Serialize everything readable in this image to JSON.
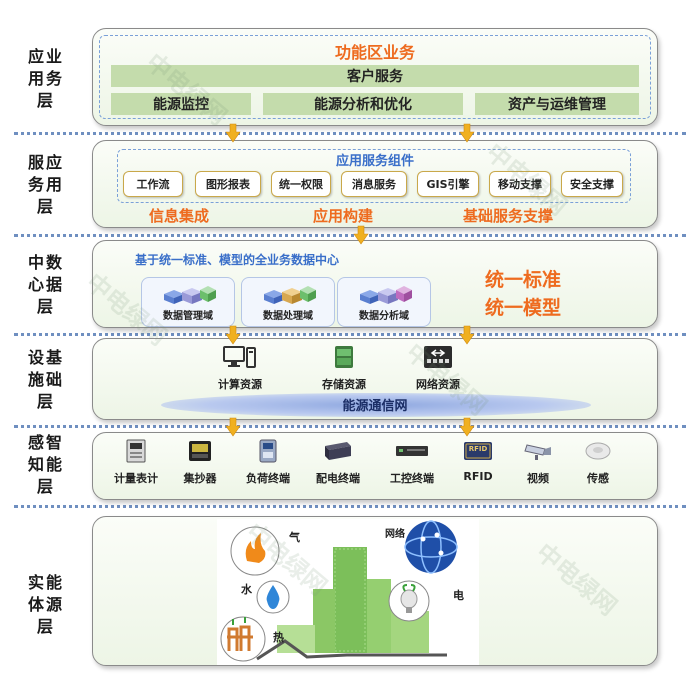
{
  "layers": [
    {
      "key": "app",
      "label_chars": [
        "应业",
        "用务",
        "层"
      ]
    },
    {
      "key": "service",
      "label_chars": [
        "服应",
        "务用",
        "层"
      ]
    },
    {
      "key": "data",
      "label_chars": [
        "中数",
        "心据",
        "层"
      ]
    },
    {
      "key": "infra",
      "label_chars": [
        "设基",
        "施础",
        "层"
      ]
    },
    {
      "key": "sense",
      "label_chars": [
        "感智",
        "知能",
        "层"
      ]
    },
    {
      "key": "entity",
      "label_chars": [
        "实能",
        "体源",
        "层"
      ]
    }
  ],
  "app_layer": {
    "title": "功能区业务",
    "customer": "客户服务",
    "items": [
      "能源监控",
      "能源分析和优化",
      "资产与运维管理"
    ]
  },
  "service_layer": {
    "title": "应用服务组件",
    "chips": [
      "工作流",
      "图形报表",
      "统一权限",
      "消息服务",
      "GIS引擎",
      "移动支撑",
      "安全支撑"
    ],
    "bottom": [
      "信息集成",
      "应用构建",
      "基础服务支撑"
    ]
  },
  "data_layer": {
    "title": "基于统一标准、模型的全业务数据中心",
    "domains": [
      "数据管理域",
      "数据处理域",
      "数据分析域"
    ],
    "side": [
      "统一标准",
      "统一模型"
    ]
  },
  "infra_layer": {
    "resources": [
      {
        "label": "计算资源",
        "icon": "computer-icon"
      },
      {
        "label": "存储资源",
        "icon": "storage-icon"
      },
      {
        "label": "网络资源",
        "icon": "network-switch-icon"
      }
    ],
    "network": "能源通信网"
  },
  "sense_layer": {
    "devices": [
      {
        "label": "计量表计",
        "icon": "meter-icon"
      },
      {
        "label": "集抄器",
        "icon": "collector-icon"
      },
      {
        "label": "负荷终端",
        "icon": "load-terminal-icon"
      },
      {
        "label": "配电终端",
        "icon": "distribution-terminal-icon"
      },
      {
        "label": "工控终端",
        "icon": "industrial-terminal-icon"
      },
      {
        "label": "RFID",
        "icon": "rfid-icon"
      },
      {
        "label": "视频",
        "icon": "camera-icon"
      },
      {
        "label": "传感",
        "icon": "sensor-icon"
      }
    ],
    "rfid_tag": "RFID"
  },
  "entity_layer": {
    "labels": {
      "gas": "气",
      "network": "网络",
      "water": "水",
      "electric": "电",
      "heat": "热"
    }
  },
  "watermark": "中电绿网",
  "colors": {
    "accent_orange": "#ee6b1f",
    "bar_green": "#c4dcac",
    "title_blue": "#3a6fc9",
    "separator": "#6f8fc0"
  }
}
